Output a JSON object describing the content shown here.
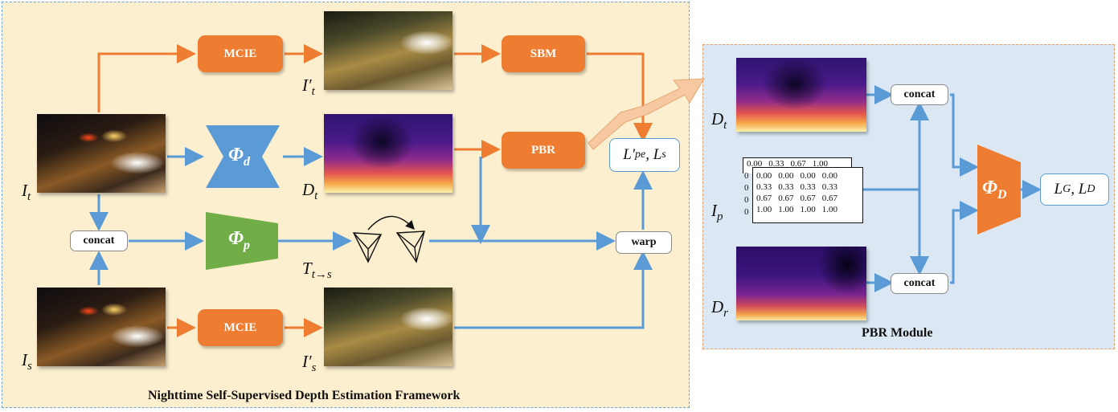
{
  "main_framework": {
    "caption": "Nighttime Self-Supervised Depth Estimation Framework",
    "blocks": {
      "mcie_top": "MCIE",
      "mcie_bottom": "MCIE",
      "sbm": "SBM",
      "pbr": "PBR",
      "concat": "concat",
      "warp": "warp"
    },
    "networks": {
      "depth_net": "Φ",
      "depth_sub": "d",
      "pose_net": "Φ",
      "pose_sub": "p"
    },
    "labels": {
      "it": "I",
      "it_sub": "t",
      "it_prime": "I′",
      "it_prime_sub": "t",
      "dt": "D",
      "dt_sub": "t",
      "is": "I",
      "is_sub": "s",
      "is_prime": "I′",
      "is_prime_sub": "s",
      "pose": "T",
      "pose_sub": "t→s",
      "loss": "L′",
      "loss_sub": "pe",
      "loss_tail": ", L",
      "loss_tail_sub": "s"
    }
  },
  "pbr_module": {
    "caption": "PBR Module",
    "blocks": {
      "concat_top": "concat",
      "concat_bottom": "concat"
    },
    "network": {
      "name": "Φ",
      "sub": "D"
    },
    "labels": {
      "dt": "D",
      "dt_sub": "t",
      "ip": "I",
      "ip_sub": "p",
      "dr": "D",
      "dr_sub": "r",
      "loss": "L",
      "loss_sub": "G",
      "loss_tail": ", L",
      "loss_tail_sub": "D"
    },
    "matrix_back_row": [
      "0.00",
      "0.33",
      "0.67",
      "1.00"
    ],
    "matrix_left_col": [
      "0",
      "0",
      "0",
      "0"
    ],
    "matrix_rows": [
      [
        "0.00",
        "0.00",
        "0.00",
        "0.00"
      ],
      [
        "0.33",
        "0.33",
        "0.33",
        "0.33"
      ],
      [
        "0.67",
        "0.67",
        "0.67",
        "0.67"
      ],
      [
        "1.00",
        "1.00",
        "1.00",
        "1.00"
      ]
    ]
  },
  "colors": {
    "orange": "#ee7d31",
    "blue": "#5b9bd5",
    "green": "#70ad47",
    "left_bg": "#fbefcf",
    "right_bg": "#dbe8f4"
  }
}
